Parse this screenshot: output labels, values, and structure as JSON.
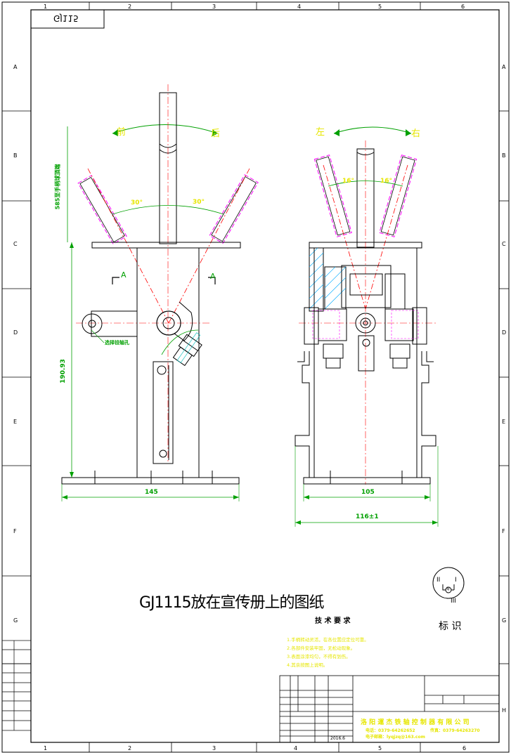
{
  "frame": {
    "col_labels": [
      "1",
      "2",
      "3",
      "4",
      "5",
      "6"
    ],
    "row_labels": [
      "A",
      "B",
      "C",
      "D",
      "E",
      "F",
      "G",
      "H"
    ]
  },
  "drawing_no_stamp": "GJ115",
  "left_view": {
    "label_front": "前",
    "label_back": "后",
    "angle_left": "30°",
    "angle_right": "30°",
    "section_mark": "A",
    "dim_top_note": "585至手柄球頂端",
    "dim_height": "190.93",
    "dim_width": "145",
    "note_options": "选择铰轴孔"
  },
  "right_view": {
    "label_left": "左",
    "label_right": "右",
    "angle_left": "16°",
    "angle_right": "16°",
    "dim_width_inner": "105",
    "dim_width_outer": "116±1"
  },
  "main_title": "GJ1115放在宣传册上的图纸",
  "tech_req": {
    "heading": "技 术 要 求",
    "items": [
      "1.手柄转动灵活，在各位置应定位可靠。",
      "2.各部件安装牢固，无松动现象。",
      "3.表面涂漆均匀，不得有划伤。",
      "4.其余按图上说明。"
    ]
  },
  "symbol": {
    "pos1": "I",
    "pos2": "II",
    "pos3": "III",
    "center": "零",
    "caption": "标 识"
  },
  "title_block": {
    "company": "洛 阳 運 杰 铁 轴 控 制 器 有 限 公 司",
    "phone": "电话：0379-64262652",
    "fax": "传真：0379-64263270",
    "email": "电子邮箱：lyqjzq@163.com",
    "date": "2016.6"
  },
  "colors": {
    "line": "#000000",
    "frame": "#1a1a1a",
    "dim": "#00a000",
    "center": "#ff0000",
    "yellow": "#e6e600",
    "hatch": "#ff00ff",
    "section": "#00aaff",
    "cyan": "#00bbbb"
  }
}
